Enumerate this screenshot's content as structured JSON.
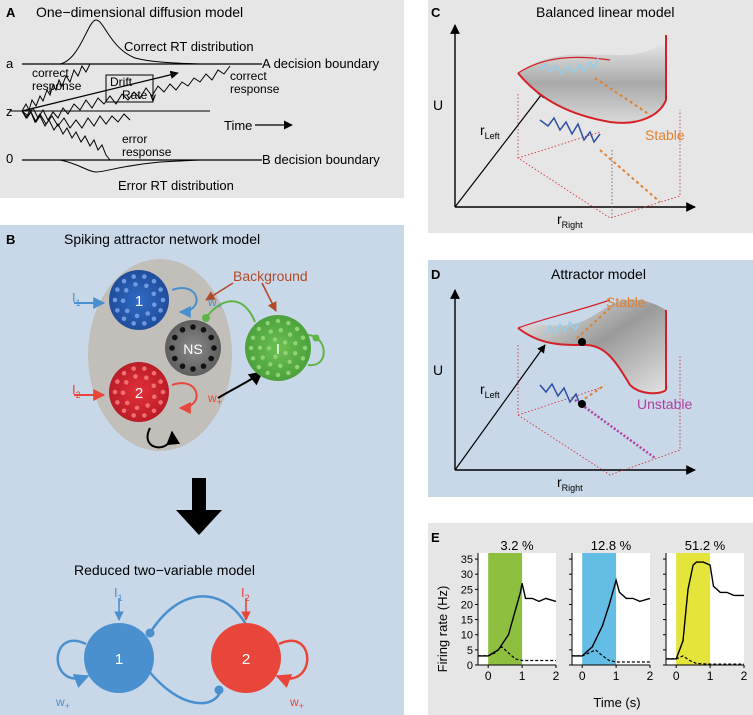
{
  "colors": {
    "panel_gray": "#e6e6e6",
    "panel_blue": "#c9d8e9",
    "pool1": "#2a5db5",
    "pool2": "#d8222e",
    "inh": "#5fb548",
    "ns": "#6b6b6b",
    "ellipse": "#c2bfba",
    "background_label": "#b24a28",
    "input1": "#4a90cf",
    "input2": "#e8463a",
    "stable": "#e0812f",
    "unstable": "#b23da0",
    "red_edge": "#d42128",
    "light_traj": "#8fcfee",
    "dark_traj": "#2f4fa3",
    "band_green": "#8fbf3f",
    "band_blue": "#63bde4",
    "band_yellow": "#e4e43b"
  },
  "panelA": {
    "label": "A",
    "title": "One−dimensional diffusion model",
    "correct_rt": "Correct RT distribution",
    "error_rt": "Error RT distribution",
    "a_label": "a",
    "z_label": "z",
    "zero_label": "0",
    "a_boundary": "A decision boundary",
    "b_boundary": "B decision boundary",
    "time_label": "Time",
    "drift_line1": "Drift",
    "drift_line2": "Rate",
    "drift_sym": "v",
    "correct_left_1": "correct",
    "correct_left_2": "response",
    "correct_right_1": "correct",
    "correct_right_2": "response",
    "error_1": "error",
    "error_2": "response"
  },
  "panelB": {
    "label": "B",
    "title": "Spiking attractor network model",
    "background": "Background",
    "pool1": "1",
    "pool2": "2",
    "ns": "NS",
    "inh": "I",
    "input1": "I",
    "input1_sub": "1",
    "input2": "I",
    "input2_sub": "2",
    "w_plus": "w",
    "w_plus_sub": "+",
    "reduced_title": "Reduced two−variable model",
    "node1": "1",
    "node2": "2"
  },
  "panelC": {
    "label": "C",
    "title": "Balanced linear model",
    "u_axis": "U",
    "r_left": "r",
    "r_left_sub": "Left",
    "r_right": "r",
    "r_right_sub": "Right",
    "stable": "Stable"
  },
  "panelD": {
    "label": "D",
    "title": "Attractor model",
    "u_axis": "U",
    "r_left": "r",
    "r_left_sub": "Left",
    "r_right": "r",
    "r_right_sub": "Right",
    "stable": "Stable",
    "unstable": "Unstable"
  },
  "panelE": {
    "label": "E",
    "ylabel": "Firing rate (Hz)",
    "xlabel": "Time (s)",
    "yticks": [
      "0",
      "5",
      "10",
      "15",
      "20",
      "25",
      "30",
      "35"
    ],
    "xticks": [
      "0",
      "1",
      "2"
    ],
    "coherences": [
      "3.2 %",
      "12.8 %",
      "51.2 %"
    ]
  },
  "chart_data": {
    "type": "line",
    "xlabel": "Time (s)",
    "ylabel": "Firing rate (Hz)",
    "xlim": [
      -0.3,
      2
    ],
    "ylim": [
      0,
      37
    ],
    "panels": [
      {
        "title": "3.2 %",
        "band": [
          0,
          1
        ],
        "solid": {
          "x": [
            -0.3,
            0,
            0.3,
            0.6,
            0.8,
            0.95,
            1.0,
            1.1,
            1.3,
            1.5,
            1.7,
            2.0
          ],
          "y": [
            3,
            3,
            5,
            10,
            18,
            24,
            27,
            22,
            22,
            21,
            22,
            21
          ]
        },
        "dashed": {
          "x": [
            -0.3,
            0,
            0.2,
            0.4,
            0.6,
            0.8,
            1.0,
            1.3,
            2.0
          ],
          "y": [
            3,
            3,
            4,
            6,
            4,
            2,
            1.5,
            1.5,
            1.5
          ]
        }
      },
      {
        "title": "12.8 %",
        "band": [
          0,
          1
        ],
        "solid": {
          "x": [
            -0.3,
            0,
            0.3,
            0.6,
            0.8,
            0.95,
            1.0,
            1.1,
            1.3,
            1.5,
            1.7,
            2.0
          ],
          "y": [
            3,
            3,
            6,
            13,
            20,
            26,
            28,
            24,
            22,
            22,
            21,
            22
          ]
        },
        "dashed": {
          "x": [
            -0.3,
            0,
            0.2,
            0.4,
            0.6,
            0.8,
            1.0,
            1.3,
            2.0
          ],
          "y": [
            3,
            3,
            4,
            5,
            3,
            1.5,
            1,
            1,
            1
          ]
        }
      },
      {
        "title": "51.2 %",
        "band": [
          0,
          1
        ],
        "solid": {
          "x": [
            -0.3,
            0,
            0.2,
            0.35,
            0.5,
            0.6,
            0.8,
            1.0,
            1.1,
            1.3,
            1.5,
            1.7,
            2.0
          ],
          "y": [
            2,
            2,
            8,
            25,
            33,
            34,
            34,
            33,
            26,
            24,
            24,
            23,
            23
          ]
        },
        "dashed": {
          "x": [
            -0.3,
            0,
            0.2,
            0.4,
            0.6,
            1.0,
            1.5,
            2.0
          ],
          "y": [
            2,
            2,
            3,
            1.5,
            0.5,
            0.3,
            0.3,
            0.3
          ]
        }
      }
    ]
  }
}
